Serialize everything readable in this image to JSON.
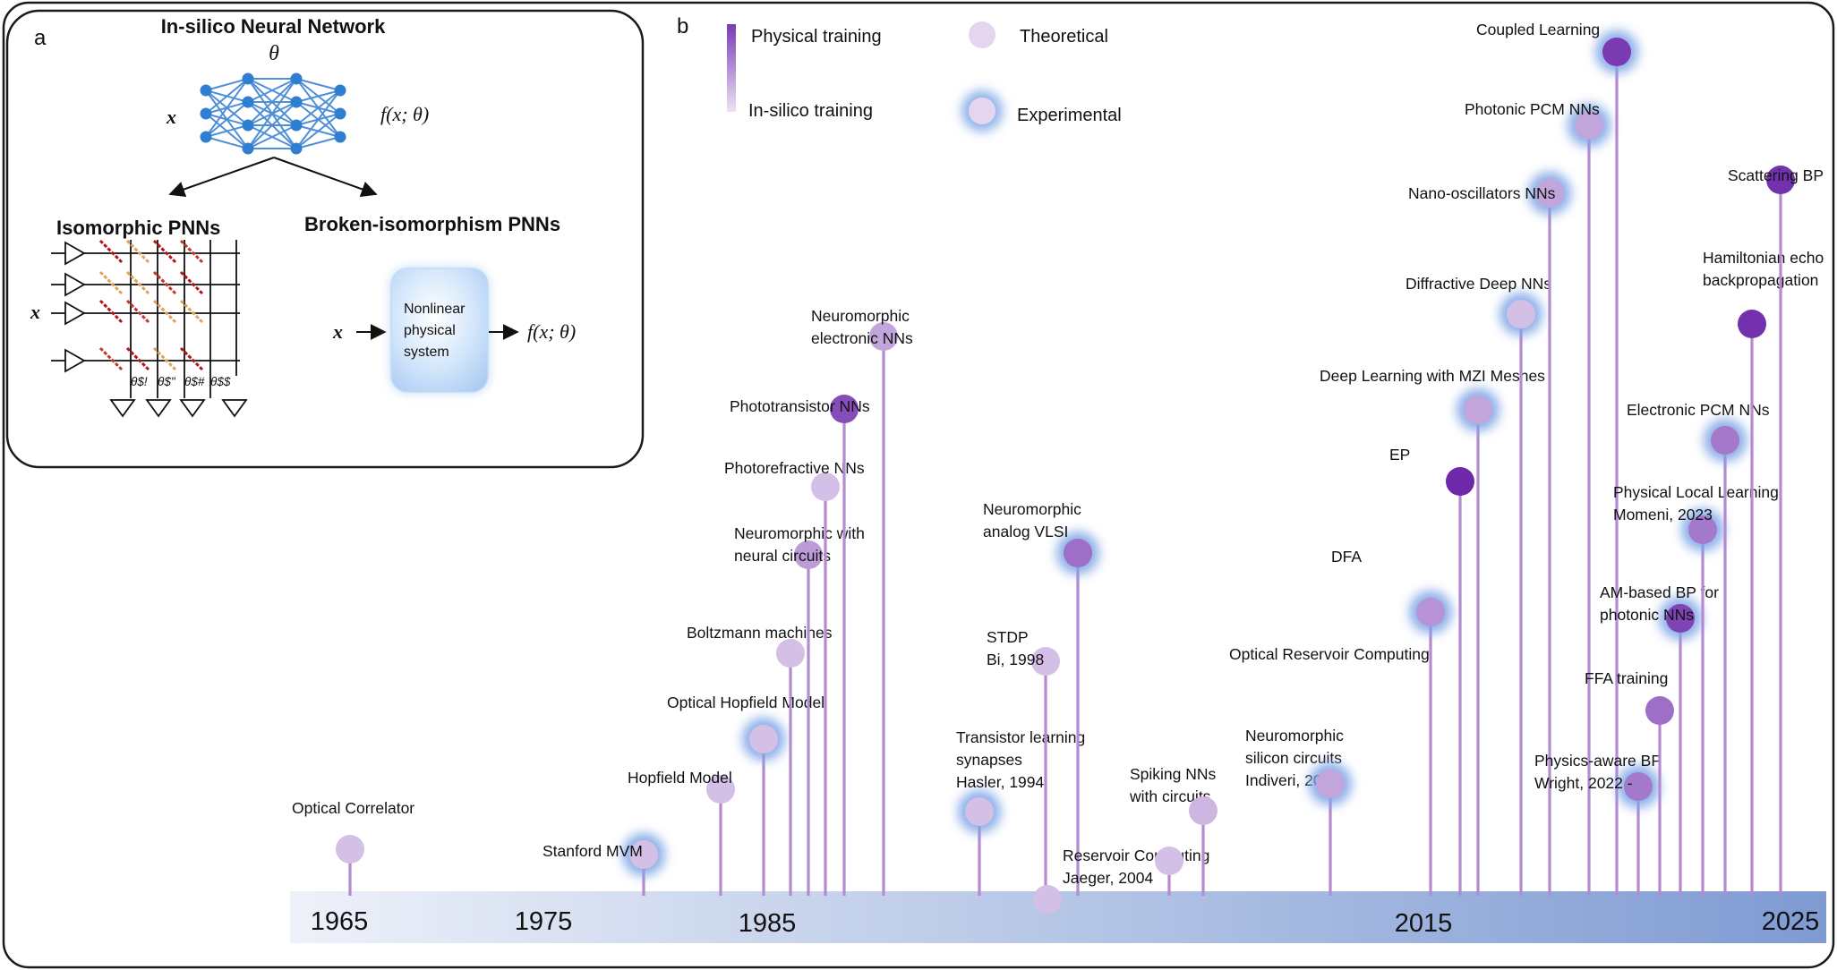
{
  "panel_a": {
    "letter": "a",
    "title": "In-silico Neural Network",
    "theta": "θ",
    "input_x": "x",
    "output_f": "f(x; θ)",
    "iso_title": "Isomorphic PNNs",
    "broken_title": "Broken-isomorphism PNNs",
    "box_label_lines": [
      "Nonlinear",
      "physical",
      "system"
    ],
    "weight_labels": [
      "θ$!",
      "θ$\"",
      "θ$#",
      "θ$$"
    ]
  },
  "panel_b": {
    "letter": "b",
    "legend": {
      "physical": "Physical training",
      "insilico": "In-silico training",
      "theoretical": "Theoretical",
      "experimental": "Experimental"
    },
    "axis_years": [
      "1965",
      "1975",
      "1985",
      "2015",
      "2025"
    ],
    "milestones": [
      {
        "label_lines": [
          "Optical Correlator"
        ],
        "kind": "theoretical",
        "shade": 0.15
      },
      {
        "label_lines": [
          "Stanford MVM"
        ],
        "kind": "experimental",
        "shade": 0.15
      },
      {
        "label_lines": [
          "Hopfield Model"
        ],
        "kind": "theoretical",
        "shade": 0.15
      },
      {
        "label_lines": [
          "Optical Hopfield Model"
        ],
        "kind": "experimental",
        "shade": 0.15
      },
      {
        "label_lines": [
          "Boltzmann machines"
        ],
        "kind": "theoretical",
        "shade": 0.15
      },
      {
        "label_lines": [
          "Neuromorphic with",
          "neural circuits"
        ],
        "kind": "theoretical",
        "shade": 0.35
      },
      {
        "label_lines": [
          "Photorefractive NNs"
        ],
        "kind": "theoretical",
        "shade": 0.15
      },
      {
        "label_lines": [
          "Phototransistor NNs"
        ],
        "kind": "theoretical",
        "shade": 0.8
      },
      {
        "label_lines": [
          "Neuromorphic",
          "electronic NNs"
        ],
        "kind": "theoretical",
        "shade": 0.3
      },
      {
        "label_lines": [
          "Transistor learning",
          "synapses",
          "Hasler, 1994"
        ],
        "kind": "experimental",
        "shade": 0.15
      },
      {
        "label_lines": [
          "Neuromorphic",
          "analog    VLSI"
        ],
        "kind": "experimental",
        "shade": 0.6
      },
      {
        "label_lines": [
          "STDP",
          "Bi, 1998"
        ],
        "kind": "theoretical",
        "shade": 0.15
      },
      {
        "label_lines": [
          "Reservoir Computing",
          "Jaeger, 2004"
        ],
        "kind": "theoretical",
        "shade": 0.15
      },
      {
        "label_lines": [
          "Spiking NNs",
          "with circuits"
        ],
        "kind": "theoretical",
        "shade": 0.15
      },
      {
        "label_lines": [
          "Neuromorphic",
          "silicon circuits",
          "Indiveri, 2011"
        ],
        "kind": "theoretical",
        "shade": 0.2
      },
      {
        "label_lines": [
          "Optical Reservoir Computing"
        ],
        "kind": "experimental",
        "shade": 0.3
      },
      {
        "label_lines": [
          "DFA"
        ],
        "kind": "experimental",
        "shade": 0.4
      },
      {
        "label_lines": [
          "EP"
        ],
        "kind": "theoretical",
        "shade": 1.0
      },
      {
        "label_lines": [
          "Deep Learning with MZI Meshes"
        ],
        "kind": "experimental",
        "shade": 0.3
      },
      {
        "label_lines": [
          "Diffractive Deep NNs"
        ],
        "kind": "experimental",
        "shade": 0.15
      },
      {
        "label_lines": [
          "Nano-oscillators NNs"
        ],
        "kind": "experimental",
        "shade": 0.3
      },
      {
        "label_lines": [
          "Photonic PCM NNs"
        ],
        "kind": "experimental",
        "shade": 0.3
      },
      {
        "label_lines": [
          "Coupled Learning"
        ],
        "kind": "experimental",
        "shade": 0.9
      },
      {
        "label_lines": [
          "Physics-aware BP",
          "Wright, 2022 -"
        ],
        "kind": "experimental",
        "shade": 0.55
      },
      {
        "label_lines": [
          "FFA training"
        ],
        "kind": "theoretical",
        "shade": 0.6
      },
      {
        "label_lines": [
          "AM-based BP for",
          "photonic NNs"
        ],
        "kind": "experimental",
        "shade": 0.85
      },
      {
        "label_lines": [
          "Physical Local Learning",
          "Momeni, 2023"
        ],
        "kind": "experimental",
        "shade": 0.55
      },
      {
        "label_lines": [
          "Electronic PCM NNs"
        ],
        "kind": "experimental",
        "shade": 0.55
      },
      {
        "label_lines": [
          "Hamiltonian echo",
          "backpropagation"
        ],
        "kind": "theoretical",
        "shade": 0.95
      },
      {
        "label_lines": [
          "Scattering BP"
        ],
        "kind": "theoretical",
        "shade": 0.95
      }
    ]
  }
}
